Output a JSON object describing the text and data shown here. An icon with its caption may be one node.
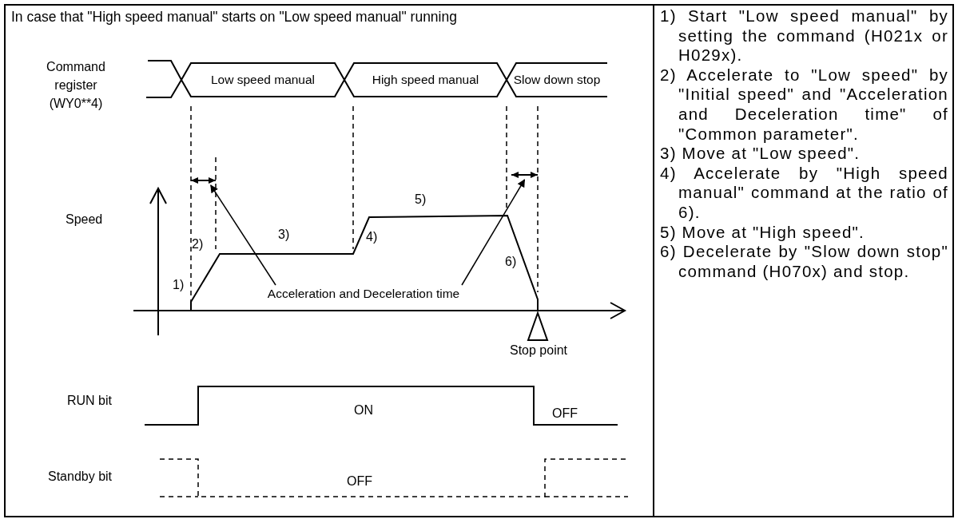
{
  "diagram": {
    "title": "In case that \"High speed manual\" starts on \"Low speed manual\" running",
    "nodes": [
      {
        "text": [
          "Low speed manual"
        ]
      },
      {
        "text": [
          "High speed manual"
        ]
      },
      {
        "text": [
          "Slow down stop"
        ]
      },
      {
        "text": [],
        "shape": "line"
      },
      {
        "text": [],
        "shape": "line"
      },
      {
        "text": [
          "Acceleration and Deceleration time"
        ]
      }
    ],
    "edges": [
      {
        "from": 5,
        "to": 3,
        "arrow": "to"
      },
      {
        "from": 5,
        "to": 4,
        "arrow": "to"
      }
    ],
    "labels": [
      "Command register (WY0**4)",
      "Speed",
      "1)",
      "2)",
      "3)",
      "4)",
      "5)",
      "6)",
      "Stop point",
      "RUN bit",
      "ON",
      "OFF",
      "Standby bit",
      "OFF",
      "1) Start \"Low speed manual\" by setting the command (H021x or H029x).",
      "2) Accelerate to \"Low speed\" by \"Initial speed\" and \"Acceleration and Deceleration time\" of \"Common parameter\".",
      "3) Move at \"Low speed\".",
      "4) Accelerate by \"High speed manual\" command at the ratio of 6).",
      "5) Move at \"High speed\".",
      "6) Decelerate by \"Slow down stop\" command (H070x) and stop."
    ]
  }
}
